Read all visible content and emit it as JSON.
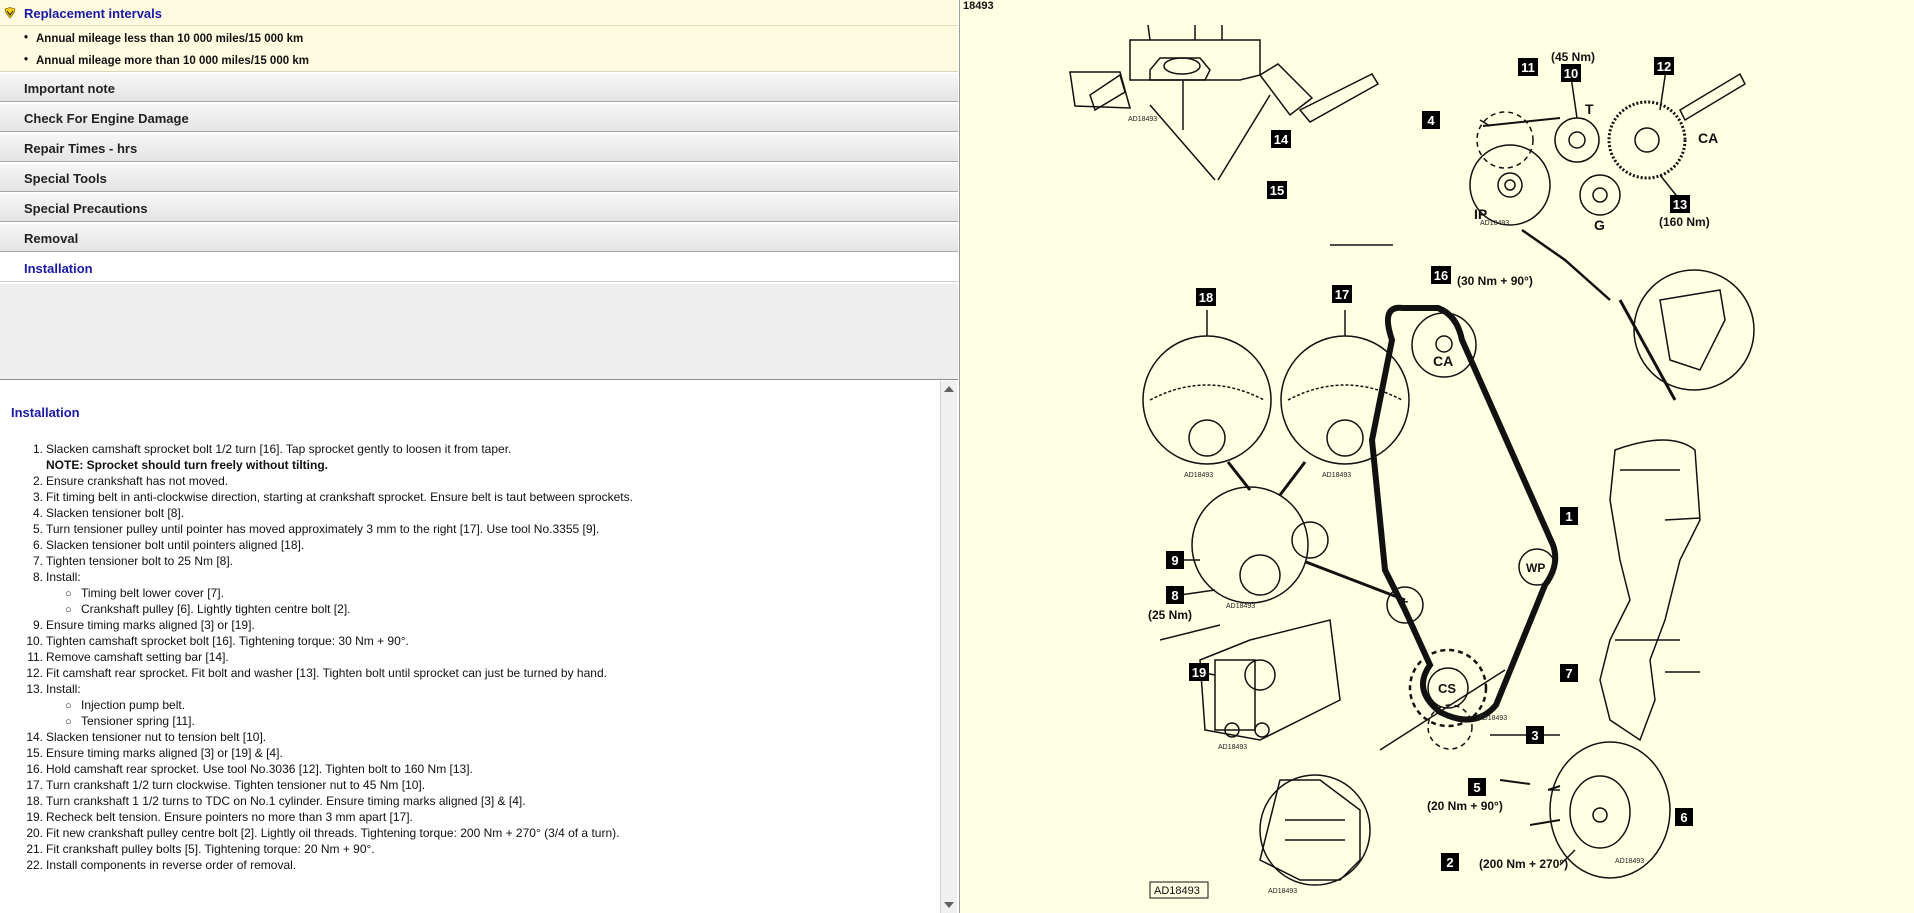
{
  "header": {
    "title": "Replacement intervals",
    "icon": "warning-shield-icon"
  },
  "intervals": [
    "Annual mileage less than 10 000 miles/15 000 km",
    "Annual mileage more than 10 000 miles/15 000 km"
  ],
  "sections": [
    {
      "label": "Important note",
      "active": false
    },
    {
      "label": "Check For Engine Damage",
      "active": false
    },
    {
      "label": "Repair Times - hrs",
      "active": false
    },
    {
      "label": "Special Tools",
      "active": false
    },
    {
      "label": "Special Precautions",
      "active": false
    },
    {
      "label": "Removal",
      "active": false
    },
    {
      "label": "Installation",
      "active": true
    }
  ],
  "content": {
    "title": "Installation",
    "steps": [
      {
        "n": "1.",
        "text": "Slacken camshaft sprocket bolt 1/2 turn [16]. Tap sprocket gently to loosen it from taper."
      },
      {
        "n": "",
        "text": "NOTE: Sprocket should turn freely without tilting.",
        "note": true
      },
      {
        "n": "2.",
        "text": "Ensure crankshaft has not moved."
      },
      {
        "n": "3.",
        "text": "Fit timing belt in anti-clockwise direction, starting at crankshaft sprocket. Ensure belt is taut between sprockets."
      },
      {
        "n": "4.",
        "text": "Slacken tensioner bolt [8]."
      },
      {
        "n": "5.",
        "text": "Turn tensioner pulley until pointer has moved approximately 3 mm to the right [17]. Use tool No.3355 [9]."
      },
      {
        "n": "6.",
        "text": "Slacken tensioner bolt until pointers aligned [18]."
      },
      {
        "n": "7.",
        "text": "Tighten tensioner bolt to 25 Nm [8]."
      },
      {
        "n": "8.",
        "text": "Install:"
      },
      {
        "n": "",
        "text": "Timing belt lower cover [7].",
        "sub": true
      },
      {
        "n": "",
        "text": "Crankshaft pulley [6]. Lightly tighten centre bolt [2].",
        "sub": true
      },
      {
        "n": "9.",
        "text": "Ensure timing marks aligned [3] or [19]."
      },
      {
        "n": "10.",
        "text": "Tighten camshaft sprocket bolt [16]. Tightening torque: 30 Nm + 90°."
      },
      {
        "n": "11.",
        "text": "Remove camshaft setting bar [14]."
      },
      {
        "n": "12.",
        "text": "Fit camshaft rear sprocket. Fit bolt and washer [13]. Tighten bolt until sprocket can just be turned by hand."
      },
      {
        "n": "13.",
        "text": "Install:"
      },
      {
        "n": "",
        "text": "Injection pump belt.",
        "sub": true
      },
      {
        "n": "",
        "text": "Tensioner spring [11].",
        "sub": true
      },
      {
        "n": "14.",
        "text": "Slacken tensioner nut to tension belt [10]."
      },
      {
        "n": "15.",
        "text": "Ensure timing marks aligned [3] or [19] & [4]."
      },
      {
        "n": "16.",
        "text": "Hold camshaft rear sprocket. Use tool No.3036 [12]. Tighten bolt to 160 Nm [13]."
      },
      {
        "n": "17.",
        "text": "Turn crankshaft 1/2 turn clockwise. Tighten tensioner nut to 45 Nm [10]."
      },
      {
        "n": "18.",
        "text": "Turn crankshaft 1 1/2 turns to TDC on No.1 cylinder. Ensure timing marks aligned [3] & [4]."
      },
      {
        "n": "19.",
        "text": "Recheck belt tension. Ensure pointers no more than 3 mm apart [17]."
      },
      {
        "n": "20.",
        "text": "Fit new crankshaft pulley centre bolt [2]. Lightly oil threads. Tightening torque: 200 Nm + 270° (3/4 of a turn)."
      },
      {
        "n": "21.",
        "text": "Fit crankshaft pulley bolts [5]. Tightening torque: 20 Nm + 90°."
      },
      {
        "n": "22.",
        "text": "Install components in reverse order of removal."
      }
    ]
  },
  "diagram": {
    "id": "18493",
    "footer_id": "AD18493",
    "small_id": "AD18493",
    "callouts": {
      "c1": "1",
      "c2": "2",
      "c3": "3",
      "c4": "4",
      "c5": "5",
      "c6": "6",
      "c7": "7",
      "c8": "8",
      "c9": "9",
      "c10": "10",
      "c11": "11",
      "c12": "12",
      "c13": "13",
      "c14": "14",
      "c15": "15",
      "c16": "16",
      "c17": "17",
      "c18": "18",
      "c19": "19"
    },
    "labels": {
      "t45": "(45 Nm)",
      "t160": "(160 Nm)",
      "t30": "(30 Nm + 90°)",
      "t25": "(25 Nm)",
      "t20": "(20 Nm + 90°)",
      "t200": "(200 Nm + 270°)",
      "ca_top": "CA",
      "ca": "CA",
      "ip": "IP",
      "g": "G",
      "t_top": "T",
      "t": "T",
      "wp": "WP",
      "cs": "CS"
    }
  }
}
